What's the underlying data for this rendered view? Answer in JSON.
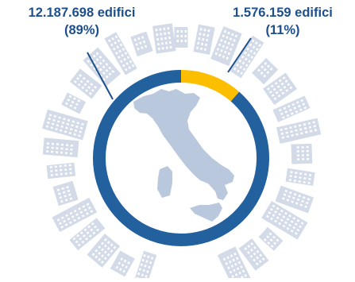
{
  "chart_data": {
    "type": "pie",
    "style": "donut",
    "categories": [
      "12.187.698 edifici",
      "1.576.159 edifici"
    ],
    "values": [
      12187698,
      1576159
    ],
    "percent_labels": [
      "(89%)",
      "(11%)"
    ],
    "colors": [
      "#22609e",
      "#fbbf00"
    ],
    "decoration": [
      "buildings-ring-icon",
      "italy-map-icon"
    ],
    "map_color": "#b9c8dd",
    "buildings_color": "#d3dbe8"
  }
}
